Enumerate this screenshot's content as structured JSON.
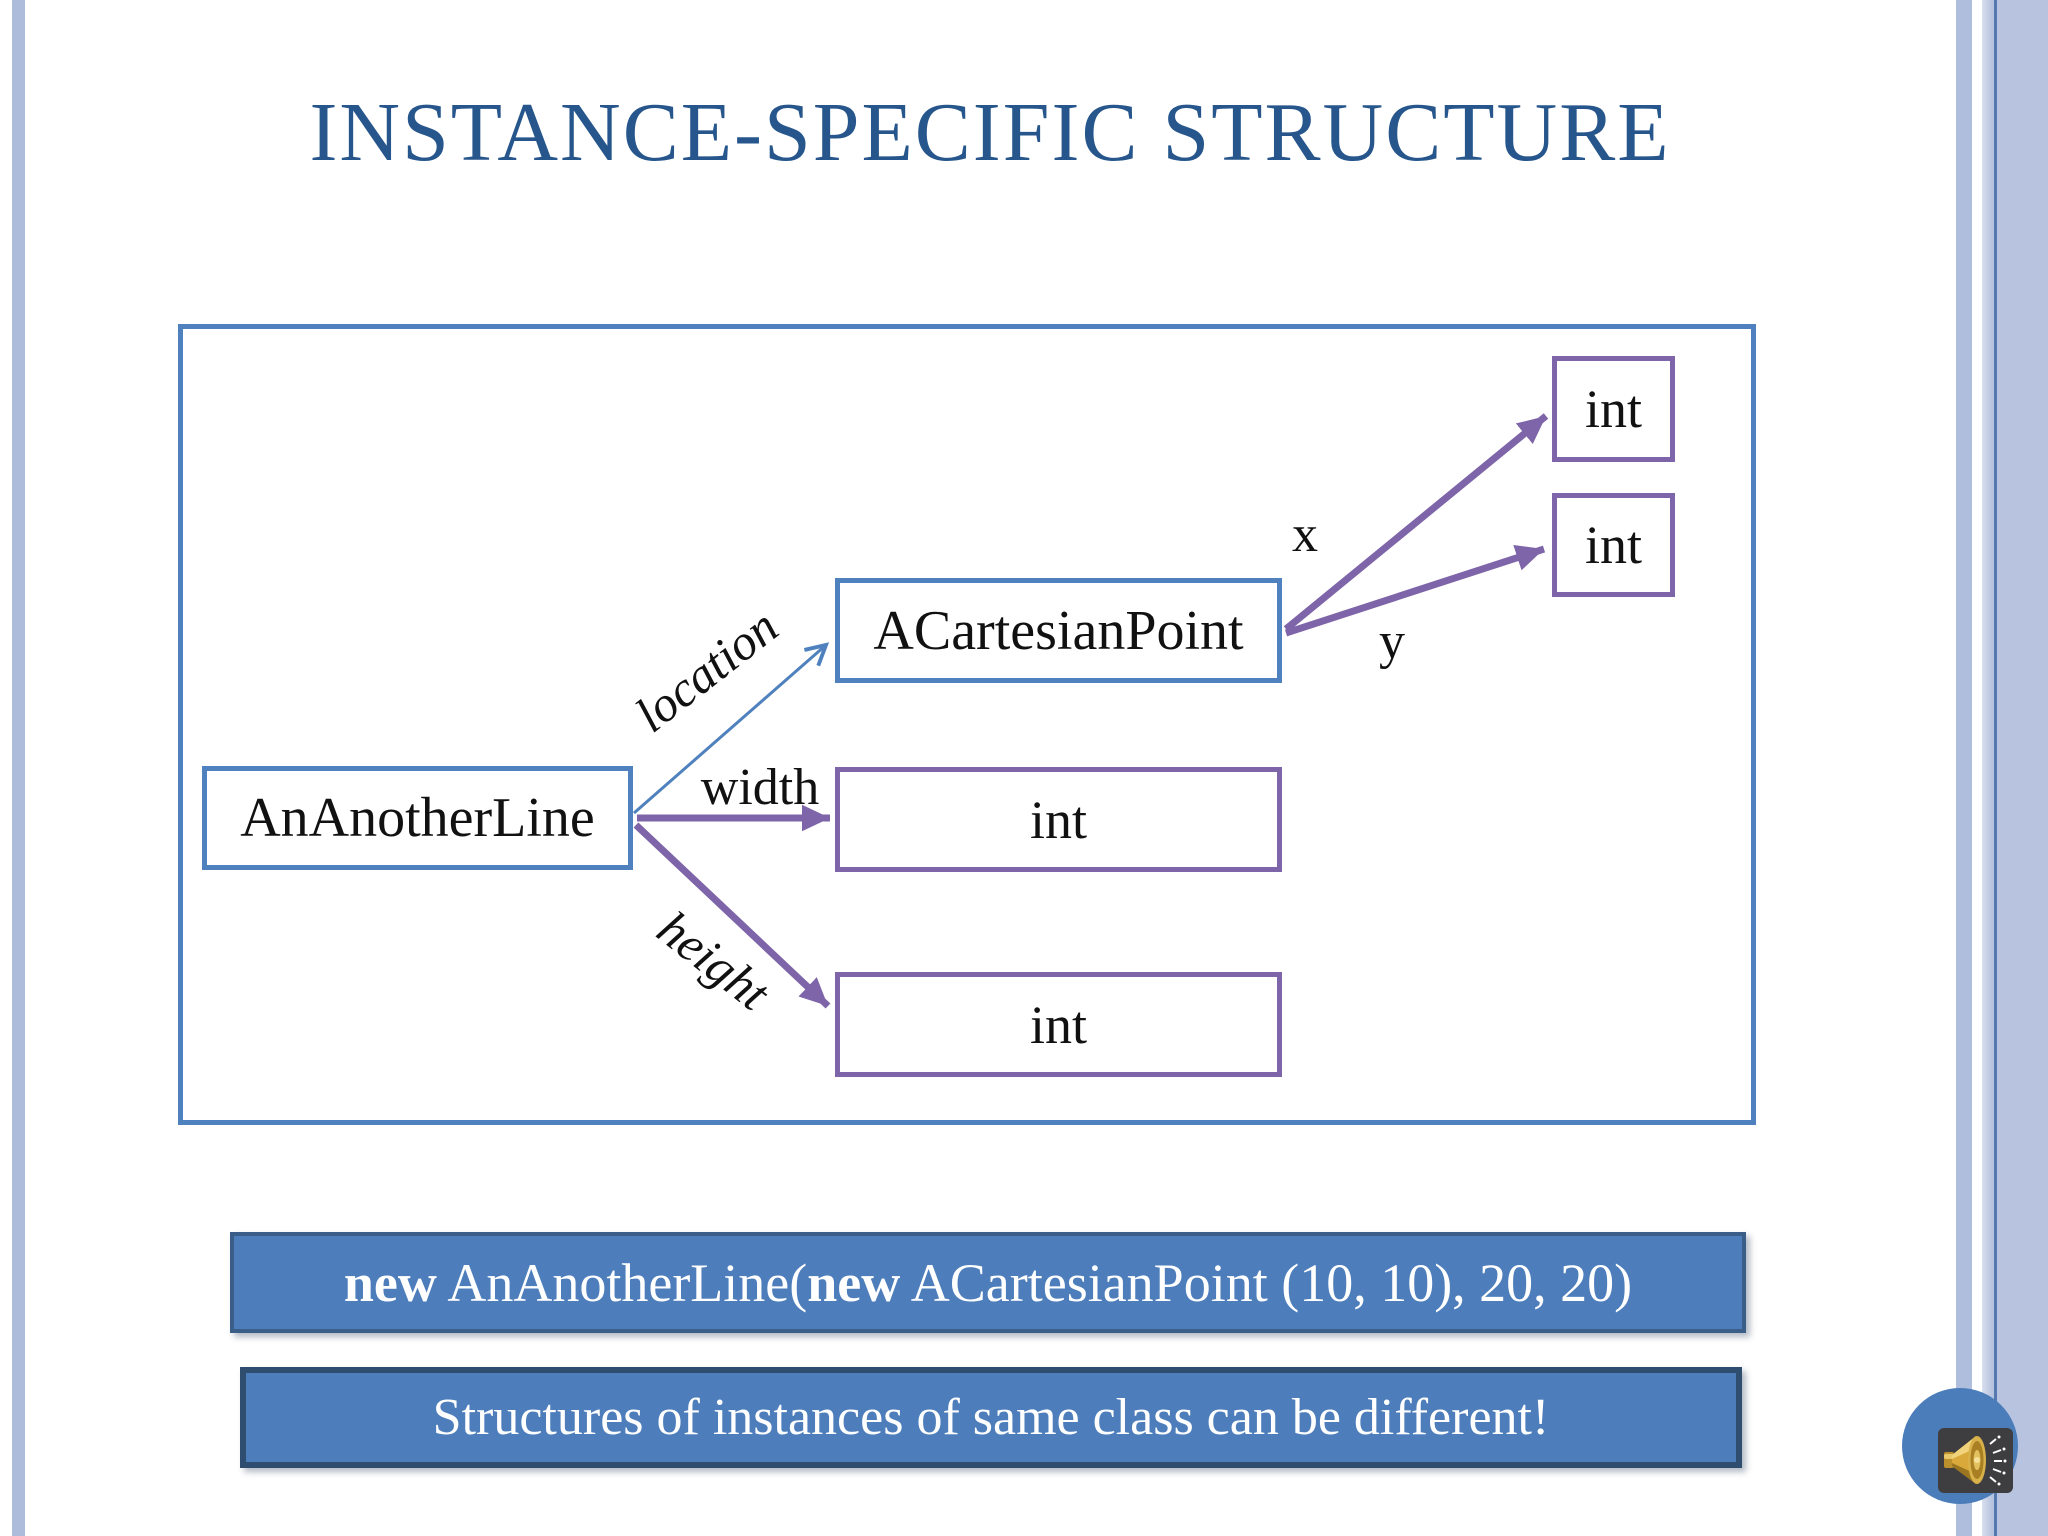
{
  "slide": {
    "title": "INSTANCE-SPECIFIC STRUCTURE",
    "colors": {
      "title_text": "#26568C",
      "border_blue": "#4E81BD",
      "border_purple": "#7E64A8",
      "diagram_text": "#111111",
      "bar_fill": "#4D7EBB",
      "bar1_border": "#3A5E87",
      "bar2_border": "#2F4E6F",
      "bar_text": "#FFFFFF",
      "sidebar_left": "#AEBCDC",
      "sidebar_right": "#B0BEDD",
      "panel_right": "#B7C3DF",
      "panel_line": "#5579AE",
      "speaker_circle": "#4C7DBB",
      "speaker_box": "#3E3E40",
      "speaker_gold": "#D9A93B"
    }
  },
  "diagram": {
    "nodes": [
      {
        "id": "an-another-line",
        "label": "AnAnotherLine",
        "border": "blue"
      },
      {
        "id": "a-cartesian-point",
        "label": "ACartesianPoint",
        "border": "blue"
      },
      {
        "id": "int-width",
        "label": "int",
        "border": "purple"
      },
      {
        "id": "int-height",
        "label": "int",
        "border": "purple"
      },
      {
        "id": "int-x",
        "label": "int",
        "border": "purple"
      },
      {
        "id": "int-y",
        "label": "int",
        "border": "purple"
      }
    ],
    "edges": [
      {
        "from": "AnAnotherLine",
        "to": "ACartesianPoint",
        "label": "location",
        "color": "blue"
      },
      {
        "from": "AnAnotherLine",
        "to": "int-width",
        "label": "width",
        "color": "purple"
      },
      {
        "from": "AnAnotherLine",
        "to": "int-height",
        "label": "height",
        "color": "purple"
      },
      {
        "from": "ACartesianPoint",
        "to": "int-x",
        "label": "x",
        "color": "purple"
      },
      {
        "from": "ACartesianPoint",
        "to": "int-y",
        "label": "y",
        "color": "purple"
      }
    ]
  },
  "code_box": {
    "kw1": "new",
    "t1": " AnAnotherLine(",
    "kw2": "new",
    "t2": " ACartesianPoint (10, 10), 20, 20)"
  },
  "note_box": {
    "text": "Structures of instances of same class can be different!"
  },
  "audio": {
    "icon": "speaker-icon"
  }
}
